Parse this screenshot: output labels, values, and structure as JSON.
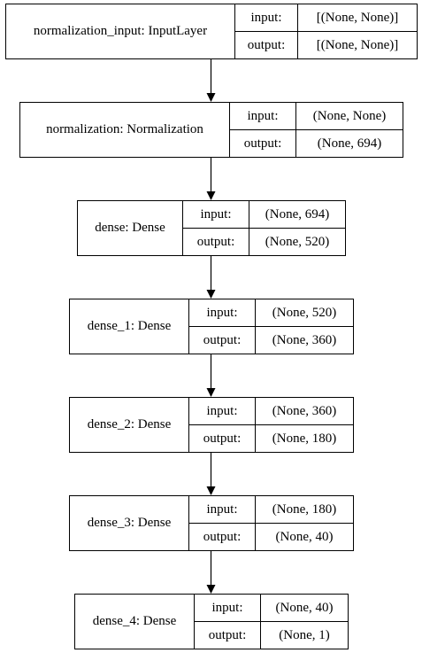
{
  "layers": [
    {
      "name": "normalization_input: InputLayer",
      "input_label": "input:",
      "input_shape": "[(None, None)]",
      "output_label": "output:",
      "output_shape": "[(None, None)]"
    },
    {
      "name": "normalization: Normalization",
      "input_label": "input:",
      "input_shape": "(None, None)",
      "output_label": "output:",
      "output_shape": "(None, 694)"
    },
    {
      "name": "dense: Dense",
      "input_label": "input:",
      "input_shape": "(None, 694)",
      "output_label": "output:",
      "output_shape": "(None, 520)"
    },
    {
      "name": "dense_1: Dense",
      "input_label": "input:",
      "input_shape": "(None, 520)",
      "output_label": "output:",
      "output_shape": "(None, 360)"
    },
    {
      "name": "dense_2: Dense",
      "input_label": "input:",
      "input_shape": "(None, 360)",
      "output_label": "output:",
      "output_shape": "(None, 180)"
    },
    {
      "name": "dense_3: Dense",
      "input_label": "input:",
      "input_shape": "(None, 180)",
      "output_label": "output:",
      "output_shape": "(None, 40)"
    },
    {
      "name": "dense_4: Dense",
      "input_label": "input:",
      "input_shape": "(None, 40)",
      "output_label": "output:",
      "output_shape": "(None, 1)"
    }
  ],
  "edges": [
    {
      "from": "normalization_input: InputLayer",
      "to": "normalization: Normalization"
    },
    {
      "from": "normalization: Normalization",
      "to": "dense: Dense"
    },
    {
      "from": "dense: Dense",
      "to": "dense_1: Dense"
    },
    {
      "from": "dense_1: Dense",
      "to": "dense_2: Dense"
    },
    {
      "from": "dense_2: Dense",
      "to": "dense_3: Dense"
    },
    {
      "from": "dense_3: Dense",
      "to": "dense_4: Dense"
    }
  ]
}
